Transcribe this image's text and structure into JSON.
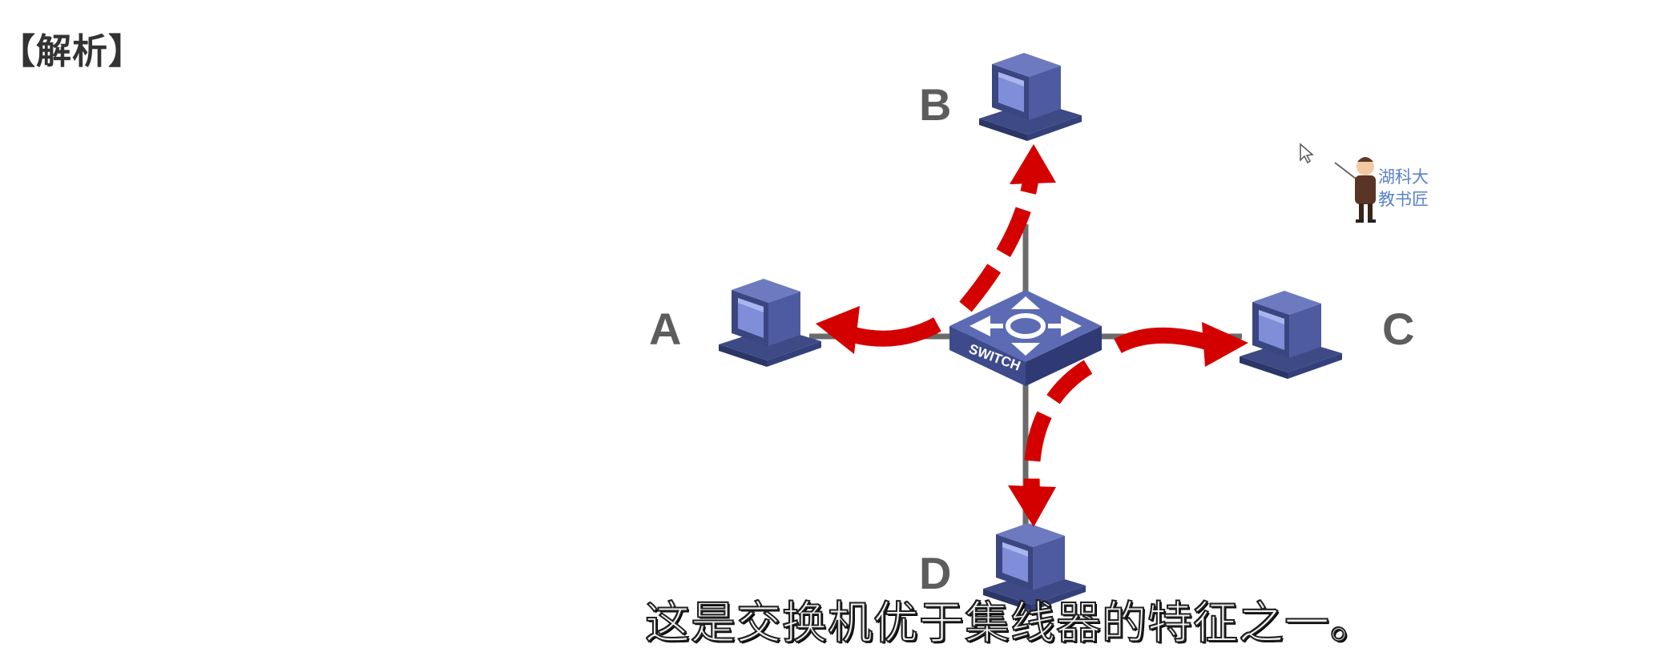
{
  "section_title": "【解析】",
  "nodes": {
    "a_label": "A",
    "b_label": "B",
    "c_label": "C",
    "d_label": "D"
  },
  "switch_label": "SWITCH",
  "logo": {
    "line1": "湖科大",
    "line2": "教书匠"
  },
  "subtitle": "这是交换机优于集线器的特征之一。",
  "colors": {
    "arrow": "#d40000",
    "device_blue": "#4b5a9a",
    "link_gray": "#6b6b6b"
  }
}
